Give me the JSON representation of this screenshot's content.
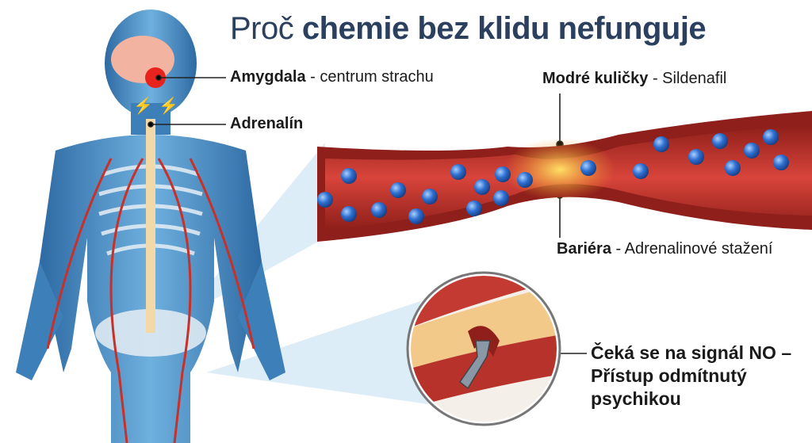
{
  "title": {
    "regular": "Proč",
    "bold": "chemie bez klidu nefunguje"
  },
  "labels": {
    "amygdala": {
      "bold": "Amygdala",
      "rest": " - centrum strachu"
    },
    "adrenalin": {
      "bold": "Adrenalín"
    },
    "blue_balls": {
      "bold": "Modré kuličky",
      "rest": " - Sildenafil"
    },
    "barrier": {
      "bold": "Bariéra",
      "rest": " - Adrenalinové stažení"
    },
    "no_signal": {
      "line1": "Čeká se na signál NO –",
      "line2": "Přístup odmítnutý",
      "line3": "psychikou"
    }
  },
  "colors": {
    "title": "#2b3f5f",
    "body": "#3d7fb8",
    "vessel": "#b8322c",
    "molecule": "#2f6fd1",
    "amygdala": "#e8231d"
  }
}
